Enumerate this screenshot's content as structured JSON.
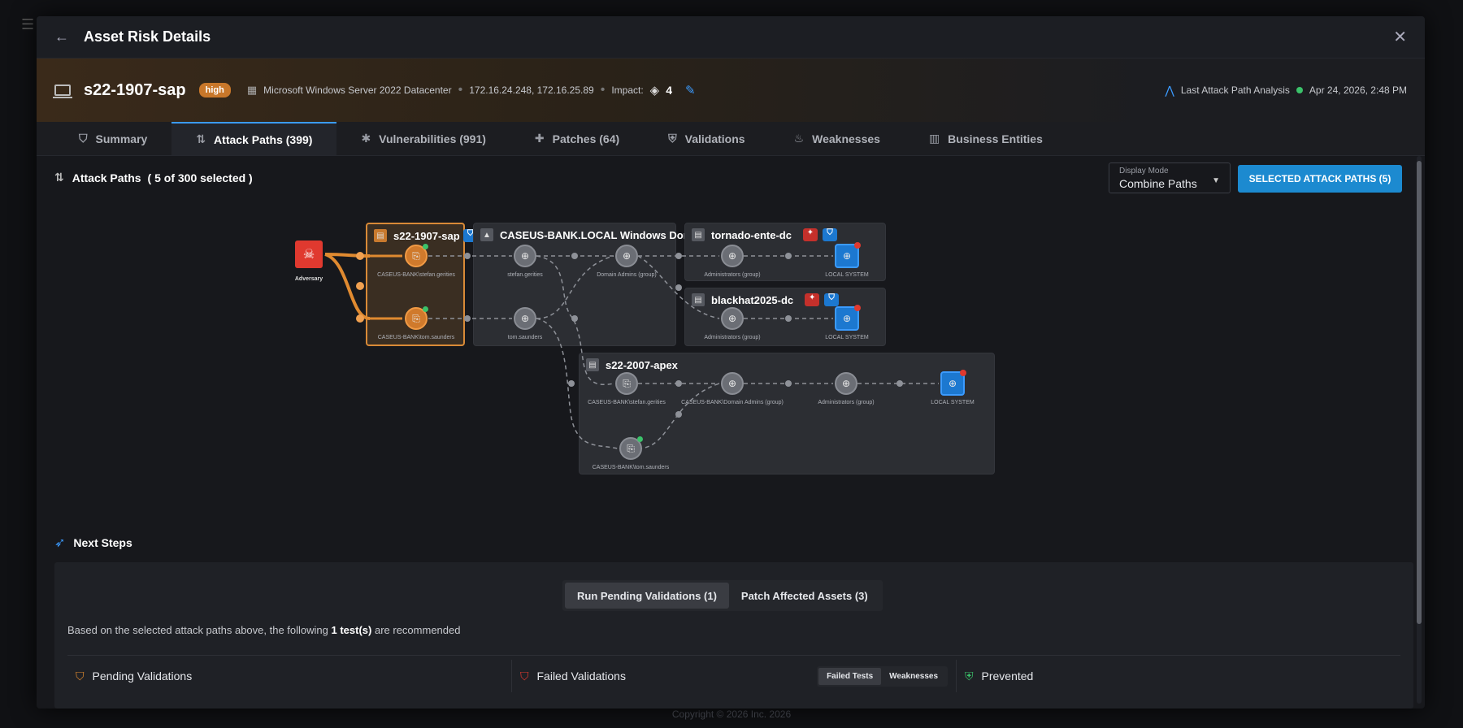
{
  "backdrop": {
    "footer": "Copyright © 2026 Inc. 2026",
    "menu_icon": "hamburger-icon"
  },
  "modal": {
    "title": "Asset Risk Details",
    "back_icon": "back-arrow-icon",
    "close_icon": "close-icon"
  },
  "asset": {
    "name": "s22-1907-sap",
    "severity": "high",
    "os": "Microsoft Windows Server 2022 Datacenter",
    "ips": "172.16.24.248, 172.16.25.89",
    "impact_label": "Impact:",
    "impact_value": "4",
    "last_analysis_label": "Last Attack Path Analysis",
    "last_analysis_date": "Apr 24, 2026, 2:48 PM"
  },
  "tabs": [
    {
      "label": "Summary",
      "icon": "shield-icon"
    },
    {
      "label": "Attack Paths (399)",
      "icon": "attack-paths-icon",
      "active": true
    },
    {
      "label": "Vulnerabilities (991)",
      "icon": "bug-icon"
    },
    {
      "label": "Patches (64)",
      "icon": "bandage-icon"
    },
    {
      "label": "Validations",
      "icon": "shield-check-icon"
    },
    {
      "label": "Weaknesses",
      "icon": "flame-icon"
    },
    {
      "label": "Business Entities",
      "icon": "building-icon"
    }
  ],
  "attack_paths": {
    "title": "Attack Paths",
    "selection": "( 5 of 300 selected )",
    "display_mode_label": "Display Mode",
    "display_mode_value": "Combine Paths",
    "selected_button": "SELECTED ATTACK PATHS (5)"
  },
  "graph": {
    "adversary_label": "Adversary",
    "groups": {
      "sap": "s22-1907-sap",
      "domain": "CASEUS-BANK.LOCAL Windows Domain",
      "tornado": "tornado-ente-dc",
      "blackhat": "blackhat2025-dc",
      "apex": "s22-2007-apex"
    },
    "nodes": {
      "sap_stefan": "CASEUS-BANK\\stefan.gerities",
      "sap_tom": "CASEUS-BANK\\tom.saunders",
      "dom_stefan": "stefan.gerities",
      "dom_tom": "tom.saunders",
      "dom_admins": "Domain Admins (group)",
      "tornado_admins": "Administrators (group)",
      "tornado_system": "LOCAL SYSTEM",
      "blackhat_admins": "Administrators (group)",
      "blackhat_system": "LOCAL SYSTEM",
      "apex_stefan": "CASEUS-BANK\\stefan.gerities",
      "apex_domadmins": "CASEUS-BANK\\Domain Admins (group)",
      "apex_admins": "Administrators (group)",
      "apex_system": "LOCAL SYSTEM",
      "apex_tom": "CASEUS-BANK\\tom.saunders"
    }
  },
  "next_steps": {
    "title": "Next Steps",
    "btn_validations": "Run Pending Validations (1)",
    "btn_patch": "Patch Affected Assets (3)",
    "text_before": "Based on the selected attack paths above, the following ",
    "text_bold": "1 test(s)",
    "text_after": " are recommended",
    "pending": "Pending Validations",
    "failed": "Failed Validations",
    "failed_tests": "Failed Tests",
    "weaknesses": "Weaknesses",
    "prevented": "Prevented"
  },
  "colors": {
    "accent": "#1c8ad0",
    "high": "#c8772a",
    "danger": "#e0392f",
    "success": "#3bc26a"
  }
}
